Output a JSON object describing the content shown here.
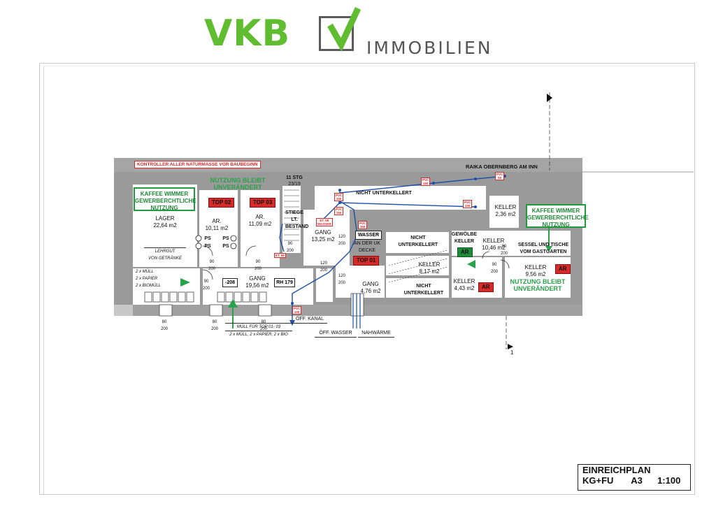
{
  "logo": {
    "brand": "VKB",
    "word": "IMMOBILIEN",
    "brand_color": "#5fbd2f"
  },
  "notes": {
    "top_warning": "KONTROLLER ALLER NATURMASSE VOR BAUBEGINN",
    "neighbor": "RAIKA OBERNBERG AM INN",
    "stair_count": "11 STG",
    "stair_dim": "23/19",
    "stair_label": "STIEGE LT. BESTAND",
    "muell_note_1": "MÜLL FÜR TOP 01- 03",
    "muell_note_2": "2 x MÜLL, 2 x PAPIER, 2 x BIO",
    "bins": "2 x MÜLL\n2 x PAPIER\n2 x BIOMÜLL",
    "leergut": "LEHRGUT\nVON GETRÄNKE",
    "kanal": "ÖFF. KANAL",
    "wasser": "ÖFF. WASSER",
    "nahwaerme": "NAHWÄRME",
    "wasser_box": "WASSER",
    "uk_decke": "AN DER UK\nDECKE",
    "minus208": "-208",
    "rh179": "RH 179",
    "ps": "PS",
    "et_wasser": "ET. 58\nWASSER",
    "et58": "ET. 58"
  },
  "tags": {
    "top01": "TOP 01",
    "top02": "TOP 02",
    "top03": "TOP 03",
    "ar": "AR"
  },
  "green": {
    "kaffee_left": "KAFFEE WIMMER\nGEWERBERCHTLICHE\nNUTZUNG",
    "kaffee_right": "KAFFEE WIMMER\nGEWERBERCHTLICHE\nNUTZUNG",
    "nutzung_top": "NUTZUNG BLEIBT\nUNVERÄNDERT",
    "nutzung_right": "NUTZUNG BLEIBT\nUNVERÄNDERT"
  },
  "rooms": {
    "lager": "LAGER\n22,64 m2",
    "ar1": "AR.\n10,11 m2",
    "ar2": "AR.\n11,09 m2",
    "gang1": "GANG\n19,56 m2",
    "gang2": "GANG\n13,25 m2",
    "gang3": "GANG\n4,76 m2",
    "nicht1": "NICHT UNTERKELLERT",
    "nicht2": "NICHT\nUNTERKELLERT",
    "nicht3": "NICHT\nUNTERKELLERT",
    "keller1": "KELLER\n2,36 m2",
    "gewoelbe": "GEWÖLBE\nKELLER",
    "keller2": "KELLER\n10,46 m2",
    "sessel": "SESSEL UND TISCHE\nVOM GASTGARTEN",
    "keller3": "KELLER\n8,17 m2",
    "keller4": "KELLER\n4,43 m2",
    "keller5": "KELLER\n9,56 m2"
  },
  "pvc": [
    "PVC\n150",
    "PVC\n150",
    "PVC\n50",
    "PVC\n100",
    "PVC\n100",
    "PVC\n150",
    "PVC\n150"
  ],
  "dims": [
    "90\n200",
    "90\n200",
    "90\n200",
    "120\n200",
    "120\n200",
    "120\n200",
    "90\n200",
    "90\n200",
    "90\n200",
    "80\n200",
    "80\n200",
    "80\n200"
  ],
  "markers": {
    "section": "1"
  },
  "title_block": {
    "line1": "EINREICHPLAN",
    "line2": "KG+FU",
    "format": "A3",
    "scale": "1:100"
  }
}
